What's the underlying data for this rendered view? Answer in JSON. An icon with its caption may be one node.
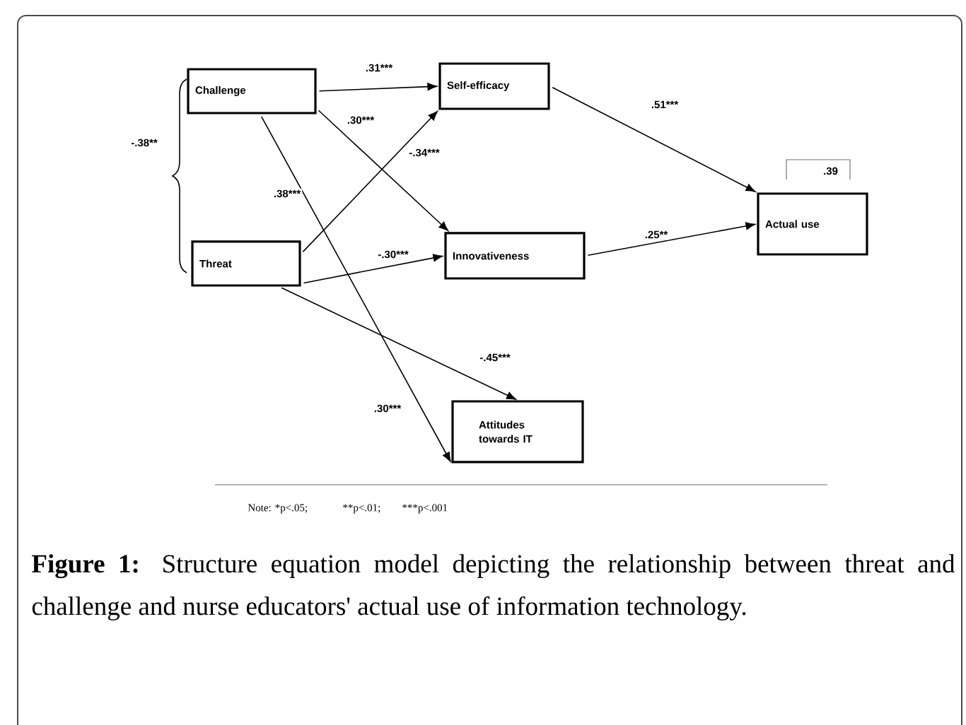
{
  "diagram": {
    "caption": "**Figure 1:** Structure equation model depicting the relationship between threat and challenge and nurse educators' actual use of information technology.",
    "nodes": [
      {
        "text": [
          "Challenge"
        ]
      },
      {
        "text": [
          "Self-efficacy"
        ]
      },
      {
        "text": [
          "Threat"
        ]
      },
      {
        "text": [
          "Innovativeness"
        ]
      },
      {
        "text": [
          "Actual use"
        ],
        "beside": [
          ".39"
        ]
      },
      {
        "text": [
          "Attitudes towards IT"
        ]
      }
    ],
    "edges": [
      {
        "from": 0,
        "to": 1,
        "arrow": "to",
        "label": ".31***"
      },
      {
        "from": 0,
        "to": 3,
        "arrow": "to",
        "label": ".30***"
      },
      {
        "from": 0,
        "to": 5,
        "arrow": "to",
        "label": ".38***"
      },
      {
        "from": 2,
        "to": 1,
        "arrow": "to",
        "label": "-.34***"
      },
      {
        "from": 2,
        "to": 3,
        "arrow": "to",
        "label": "-.30***"
      },
      {
        "from": 2,
        "to": 5,
        "arrow": "to",
        "label": "-.45***"
      },
      {
        "from": 1,
        "to": 4,
        "arrow": "to",
        "label": ".51***"
      },
      {
        "from": 3,
        "to": 4,
        "arrow": "to",
        "label": ".25**"
      }
    ],
    "labels": [
      "-.38**",
      ".30***",
      "Note: *p<.05;",
      "**p<.01;",
      "***p<.001"
    ]
  }
}
